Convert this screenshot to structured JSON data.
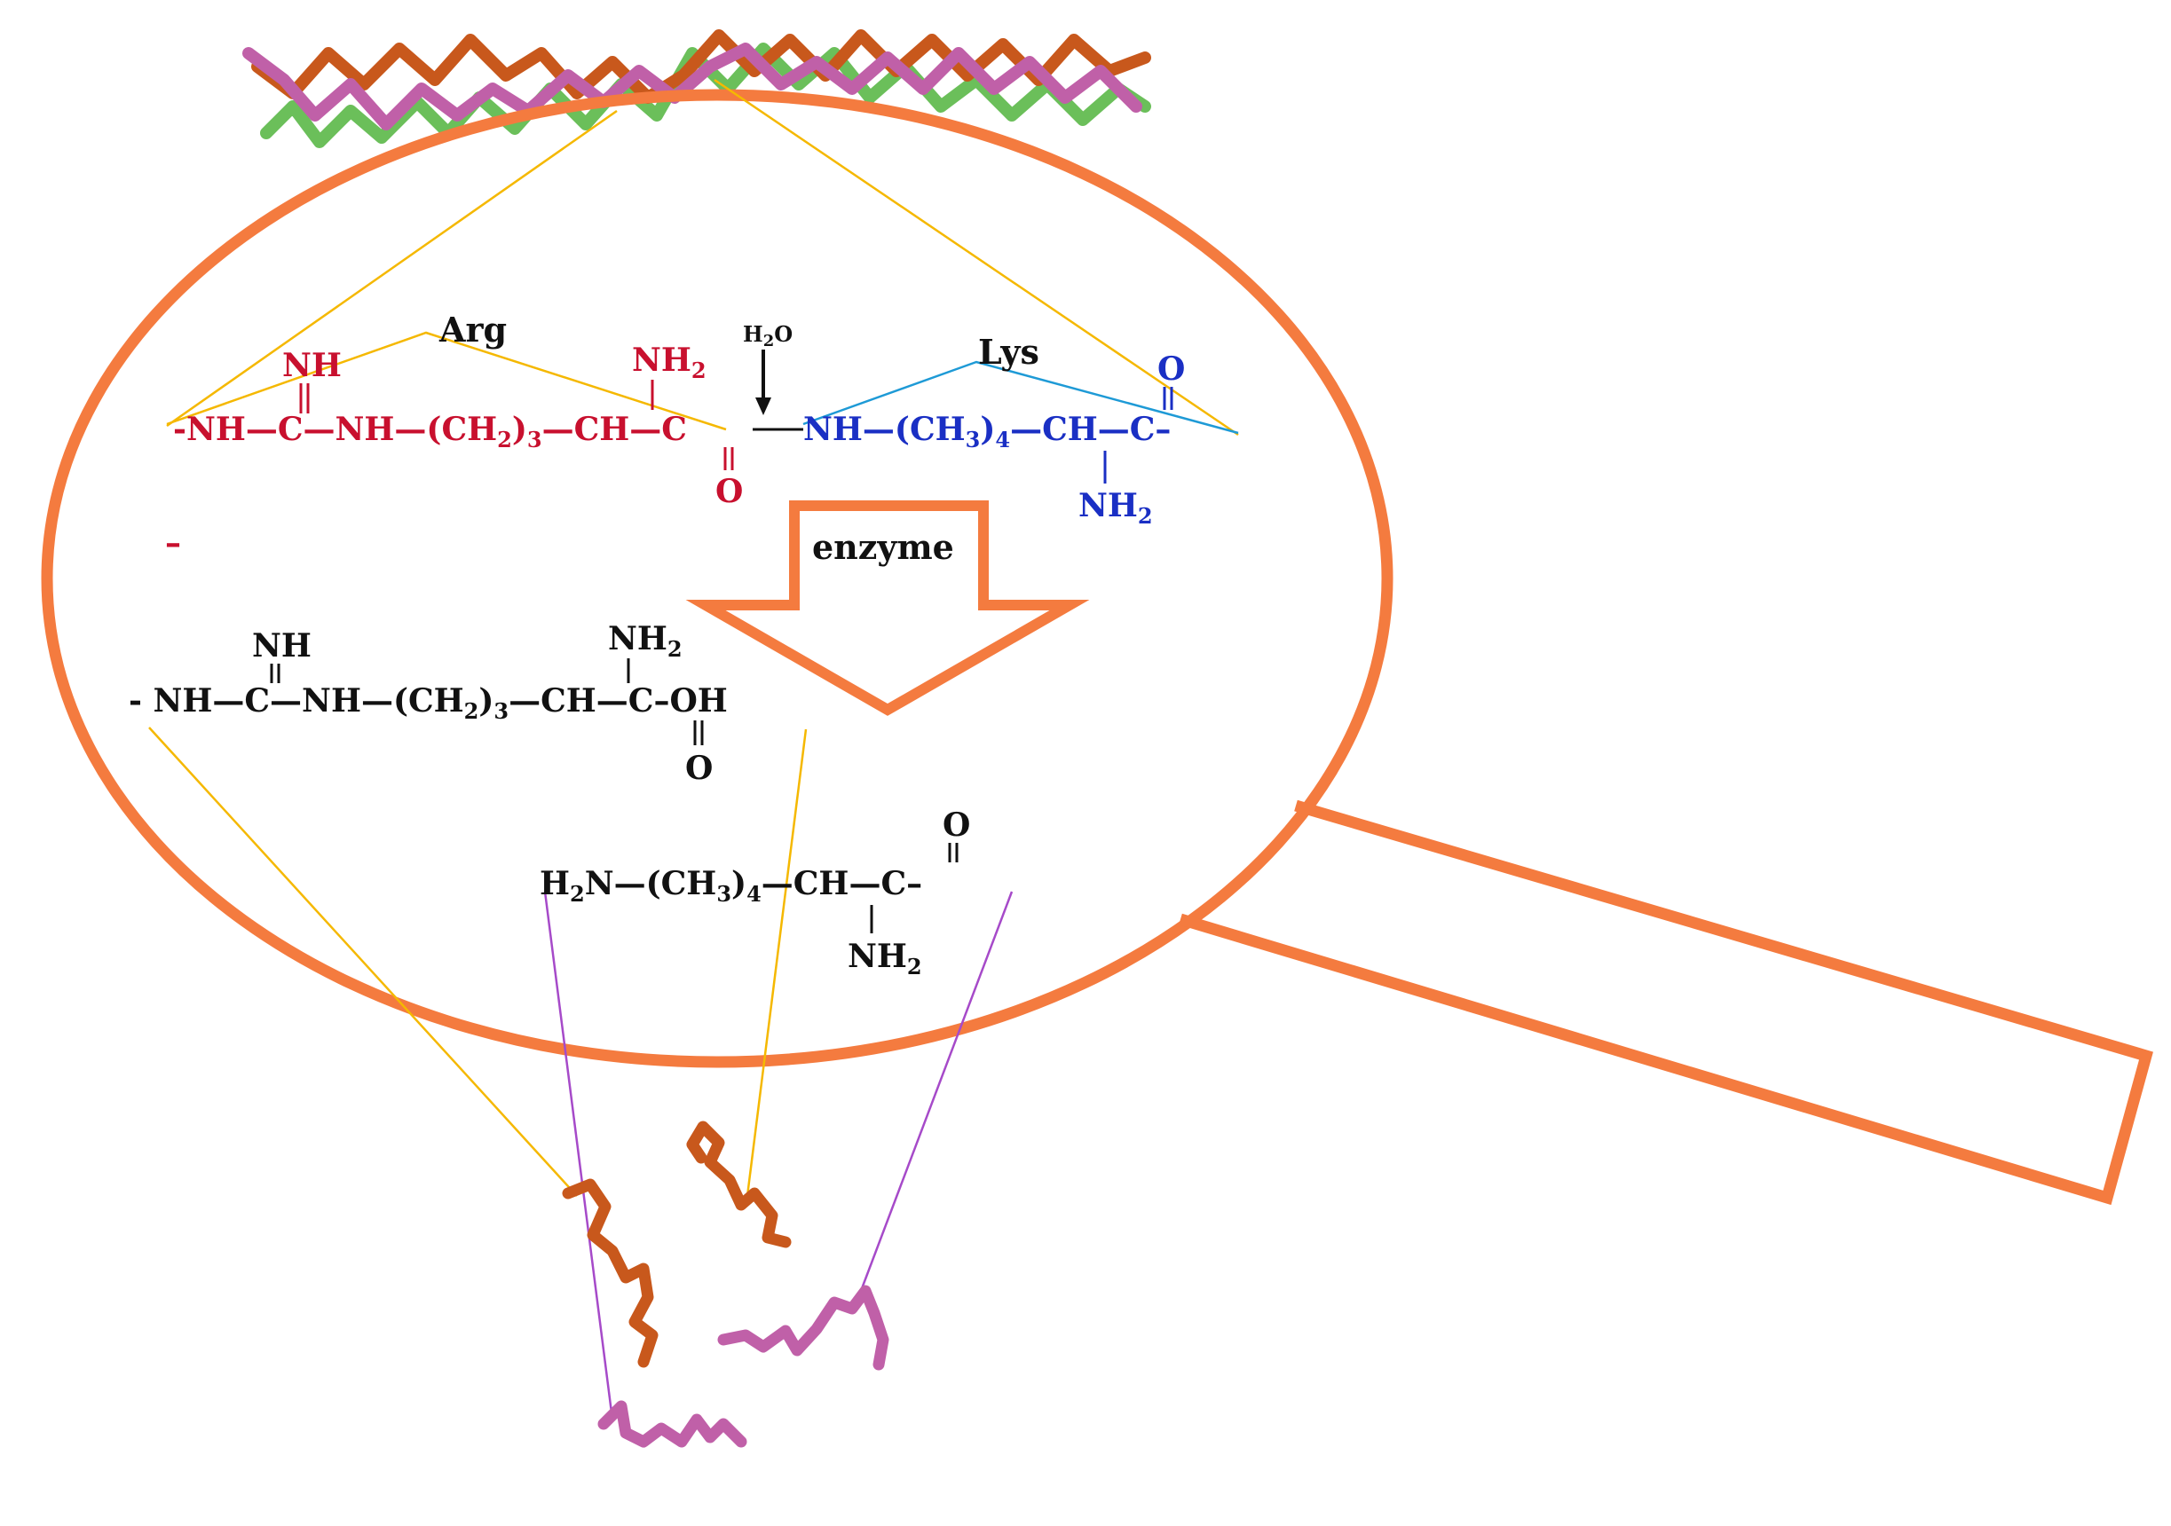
{
  "colors": {
    "magnifier": "#f47b3f",
    "arg": "#c8102e",
    "lys": "#1a2fc4",
    "ink": "#111111",
    "guide_yellow": "#f5b800",
    "guide_blue": "#1e9ad6",
    "guide_purple": "#a64ac9",
    "protein_orange": "#c8581c",
    "protein_magenta": "#c060a8",
    "protein_green": "#6bbf5a"
  },
  "labels": {
    "arg": "Arg",
    "lys": "Lys",
    "water": "H",
    "water_sub": "2",
    "water_tail": "O",
    "enzyme": "enzyme"
  },
  "substrate": {
    "arg_top_nh": "NH",
    "arg_nh2": "NH",
    "arg_nh2_sub": "2",
    "arg_o": "O",
    "chain_start": "-NH—C—NH—(CH",
    "chain_start_sub": "2",
    "chain_mid": ")",
    "chain_mid_sub": "3",
    "chain_end": "—CH—C",
    "lys_chain": "NH—(CH",
    "lys_chain_sub": "3",
    "lys_chain_mid": ")",
    "lys_chain_mid_sub": "4",
    "lys_chain_end": "—CH—C–",
    "lys_o": "O",
    "lys_nh2": "NH",
    "lys_nh2_sub": "2"
  },
  "product_arg": {
    "top_nh": "NH",
    "nh2": "NH",
    "nh2_sub": "2",
    "o": "O",
    "chain_start": "- NH—C—NH—(CH",
    "chain_start_sub": "2",
    "chain_mid": ")",
    "chain_mid_sub": "3",
    "chain_end": "—CH—C–OH"
  },
  "product_lys": {
    "h": "H",
    "h_sub": "2",
    "chain_start": "N—(CH",
    "chain_start_sub": "3",
    "chain_mid": ")",
    "chain_mid_sub": "4",
    "chain_end": "—CH—C–",
    "o": "O",
    "nh2": "NH",
    "nh2_sub": "2"
  }
}
